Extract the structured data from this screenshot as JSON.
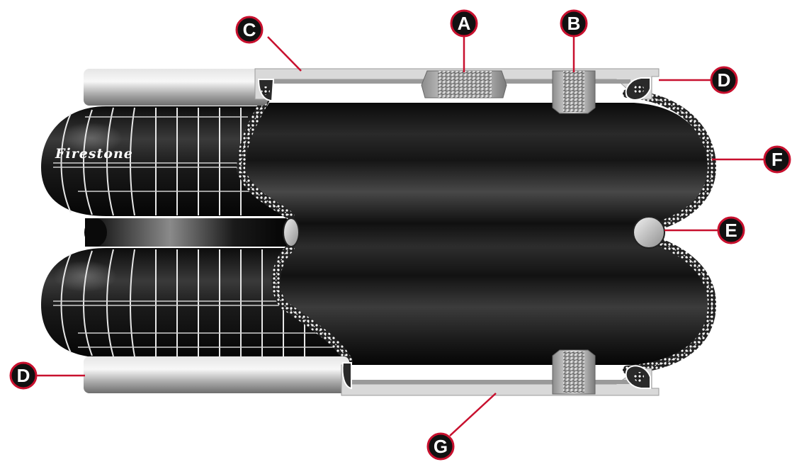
{
  "brand": "Firestone",
  "callouts": [
    {
      "id": "A",
      "label": "A"
    },
    {
      "id": "B",
      "label": "B"
    },
    {
      "id": "C",
      "label": "C"
    },
    {
      "id": "D-top",
      "label": "D"
    },
    {
      "id": "D-bottom",
      "label": "D"
    },
    {
      "id": "E",
      "label": "E"
    },
    {
      "id": "F",
      "label": "F"
    },
    {
      "id": "G",
      "label": "G"
    }
  ],
  "colors": {
    "callout_fill": "#111111",
    "callout_ring": "#c8102e",
    "leader_line": "#c8102e",
    "bellows_dark": "#141414",
    "plate_steel": "#c9c9c9"
  }
}
